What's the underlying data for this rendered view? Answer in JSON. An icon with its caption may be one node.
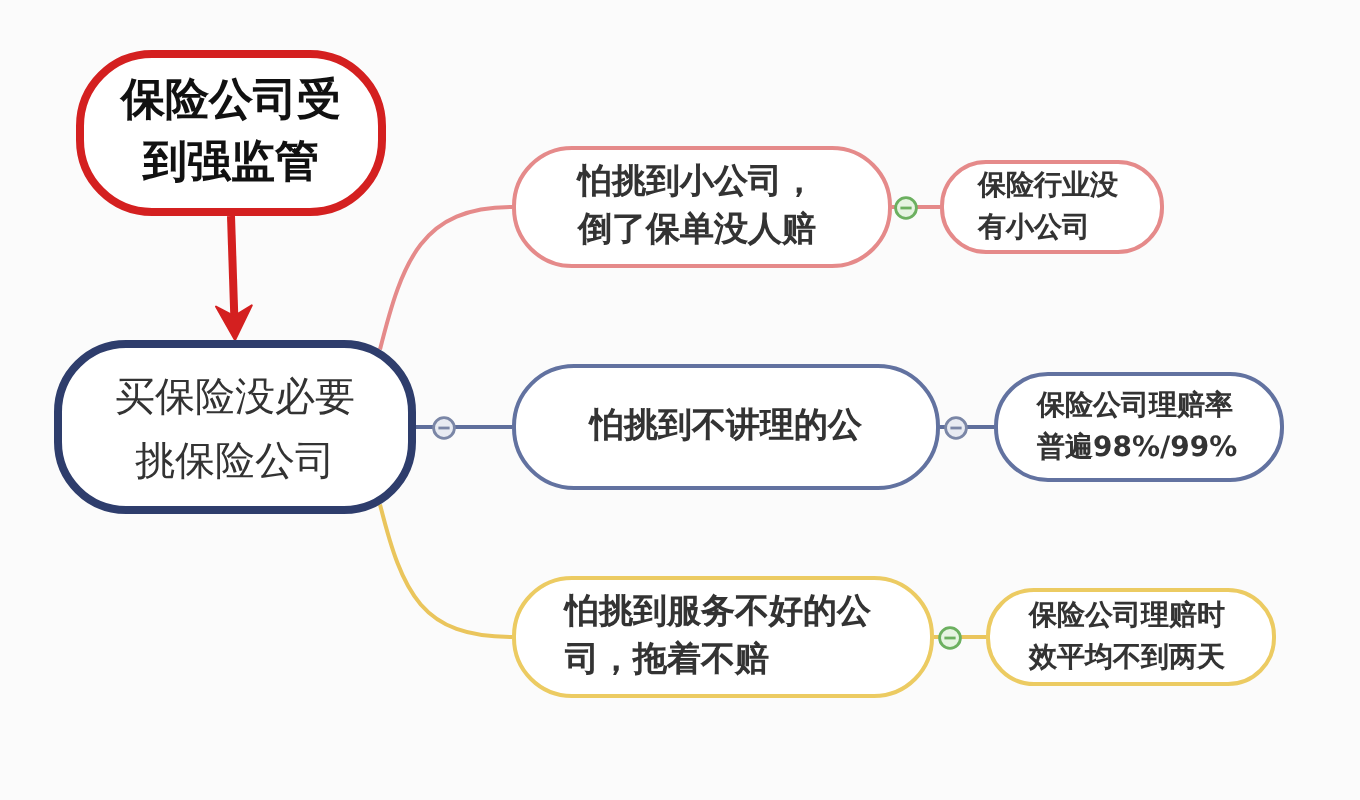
{
  "diagram": {
    "nodes": [
      {
        "text": [
          "保险公司受到强监管"
        ]
      },
      {
        "text": [
          "买保险没必要挑保险公司"
        ]
      },
      {
        "text": [
          "怕挑到小公司，倒了保单没人赔"
        ]
      },
      {
        "text": [
          "怕挑到不讲理的公"
        ]
      },
      {
        "text": [
          "怕挑到服务不好的公司，拖着不赔"
        ]
      },
      {
        "text": [
          "保险行业没有小公司"
        ]
      },
      {
        "text": [
          "保险公司理赔率普遍98%/99%"
        ]
      },
      {
        "text": [
          "保险公司理赔时效平均不到两天"
        ]
      }
    ],
    "edges": [
      {
        "from": 0,
        "to": 1,
        "arrow": "to",
        "style": "thick",
        "color": "#d42020"
      },
      {
        "from": 1,
        "to": 2,
        "arrow": "none",
        "color": "#e58a8a"
      },
      {
        "from": 1,
        "to": 3,
        "arrow": "none",
        "color": "#5f6f9c"
      },
      {
        "from": 1,
        "to": 4,
        "arrow": "none",
        "color": "#eac55c"
      },
      {
        "from": 2,
        "to": 5,
        "arrow": "none",
        "color": "#e58a8a"
      },
      {
        "from": 3,
        "to": 6,
        "arrow": "none",
        "color": "#5f6f9c"
      },
      {
        "from": 4,
        "to": 7,
        "arrow": "none",
        "color": "#eac55c"
      }
    ]
  }
}
